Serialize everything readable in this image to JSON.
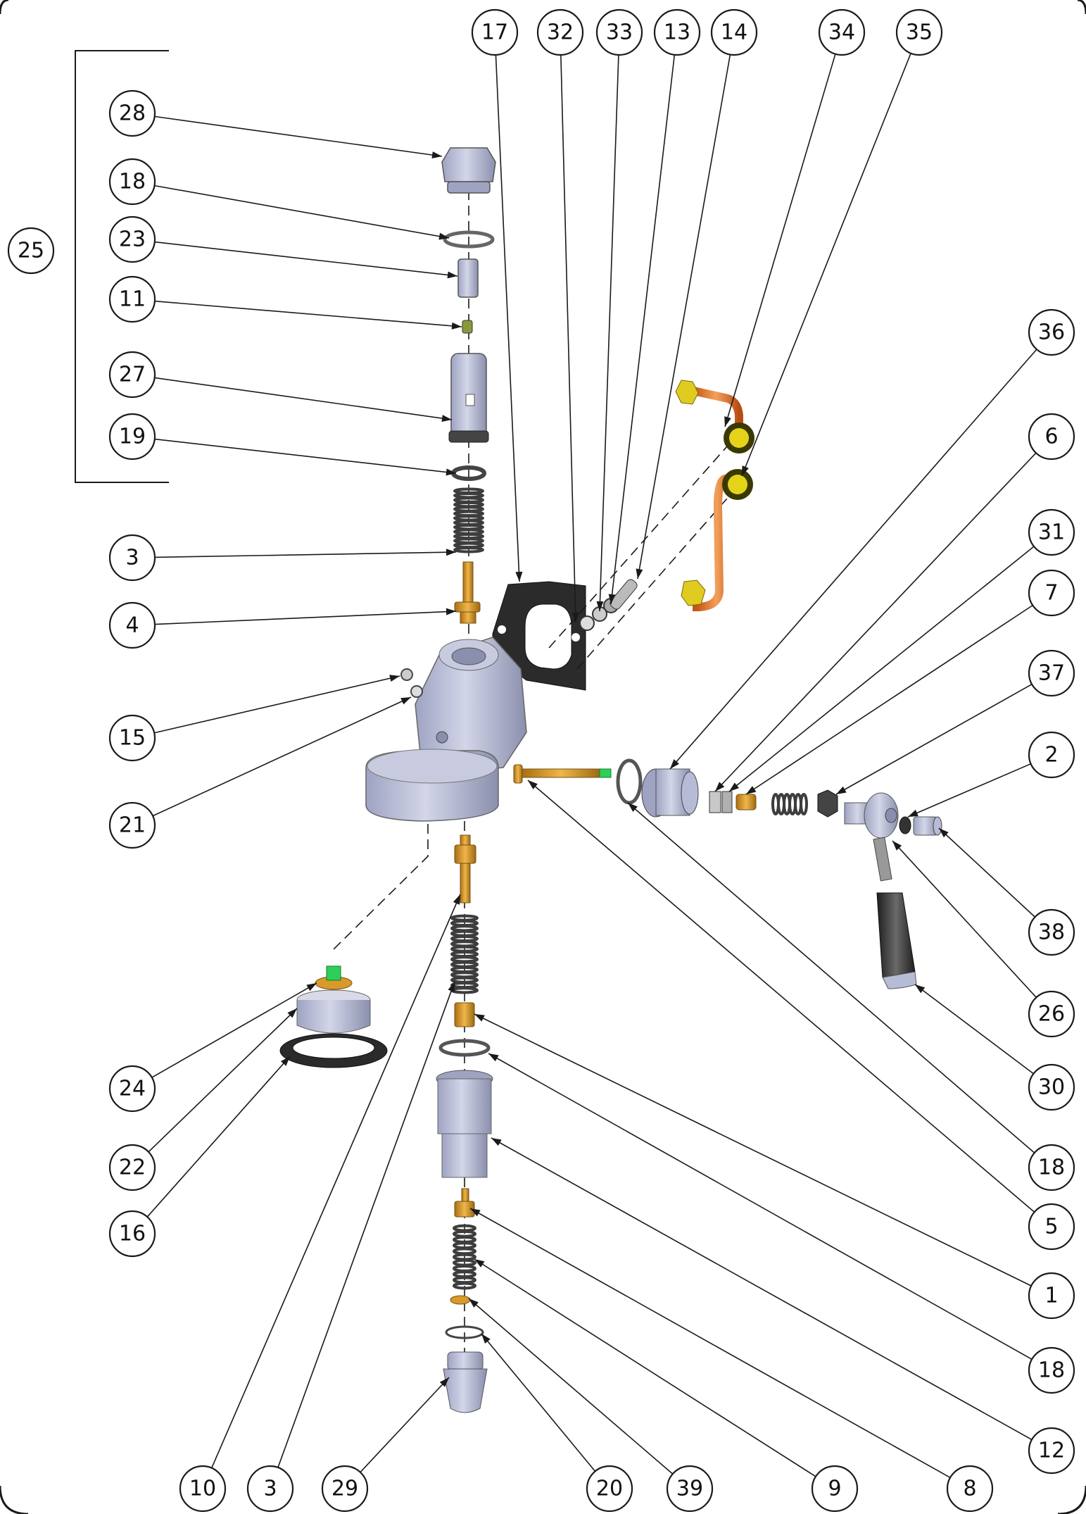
{
  "diagram": {
    "colors": {
      "body": "#b7bcd6",
      "body_dark": "#8a8fad",
      "brass": "#d99a2b",
      "brass_dark": "#9c6a14",
      "copper": "#e67a1f",
      "gasket": "#2b2b2b",
      "spring": "#555555",
      "handle": "#3a3a3a",
      "yellow_fitting": "#e5d31a"
    },
    "balloons": [
      {
        "id": "b17",
        "label": "17"
      },
      {
        "id": "b32",
        "label": "32"
      },
      {
        "id": "b33",
        "label": "33"
      },
      {
        "id": "b13",
        "label": "13"
      },
      {
        "id": "b14",
        "label": "14"
      },
      {
        "id": "b34",
        "label": "34"
      },
      {
        "id": "b35",
        "label": "35"
      },
      {
        "id": "b28",
        "label": "28"
      },
      {
        "id": "b18a",
        "label": "18"
      },
      {
        "id": "b25",
        "label": "25"
      },
      {
        "id": "b23",
        "label": "23"
      },
      {
        "id": "b11",
        "label": "11"
      },
      {
        "id": "b27",
        "label": "27"
      },
      {
        "id": "b19",
        "label": "19"
      },
      {
        "id": "b36",
        "label": "36"
      },
      {
        "id": "b6",
        "label": "6"
      },
      {
        "id": "b31",
        "label": "31"
      },
      {
        "id": "b3a",
        "label": "3"
      },
      {
        "id": "b7",
        "label": "7"
      },
      {
        "id": "b4",
        "label": "4"
      },
      {
        "id": "b37",
        "label": "37"
      },
      {
        "id": "b15",
        "label": "15"
      },
      {
        "id": "b2",
        "label": "2"
      },
      {
        "id": "b21",
        "label": "21"
      },
      {
        "id": "b38",
        "label": "38"
      },
      {
        "id": "b26",
        "label": "26"
      },
      {
        "id": "b24",
        "label": "24"
      },
      {
        "id": "b30",
        "label": "30"
      },
      {
        "id": "b22",
        "label": "22"
      },
      {
        "id": "b18b",
        "label": "18"
      },
      {
        "id": "b16",
        "label": "16"
      },
      {
        "id": "b5",
        "label": "5"
      },
      {
        "id": "b1",
        "label": "1"
      },
      {
        "id": "b18c",
        "label": "18"
      },
      {
        "id": "b12",
        "label": "12"
      },
      {
        "id": "b10",
        "label": "10"
      },
      {
        "id": "b3b",
        "label": "3"
      },
      {
        "id": "b29",
        "label": "29"
      },
      {
        "id": "b20",
        "label": "20"
      },
      {
        "id": "b39",
        "label": "39"
      },
      {
        "id": "b9",
        "label": "9"
      },
      {
        "id": "b8",
        "label": "8"
      }
    ]
  }
}
